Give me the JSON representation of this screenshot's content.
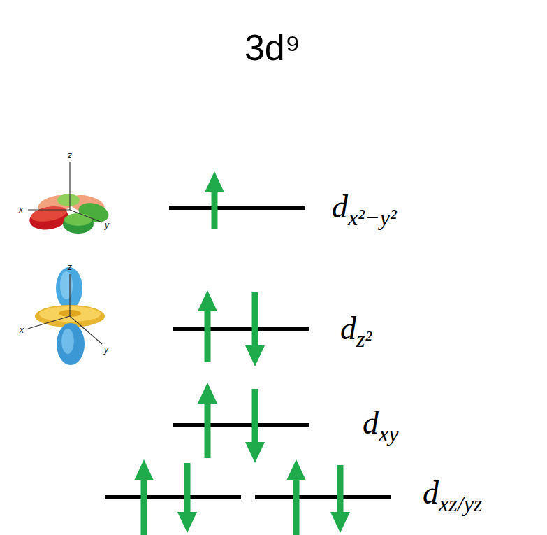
{
  "diagram": {
    "title": "3d⁹",
    "labels": [
      "z",
      "x",
      "y",
      "dx²−y²",
      "z",
      "x",
      "y",
      "dz²",
      "dxy",
      "dxz/yz"
    ]
  }
}
